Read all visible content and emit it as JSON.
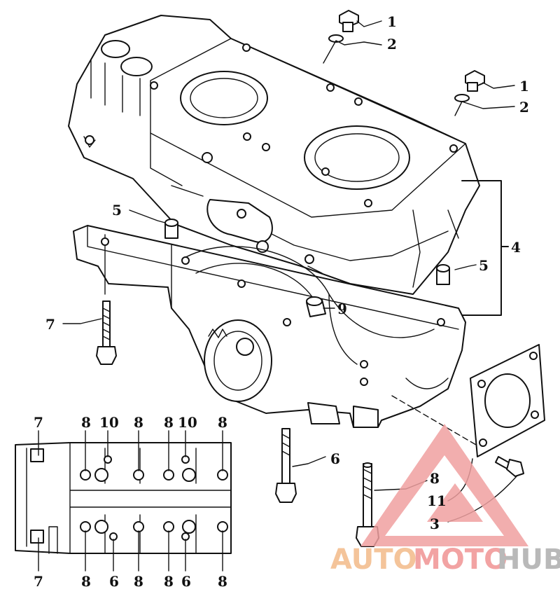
{
  "callouts": {
    "c1a": "1",
    "c2a": "2",
    "c1b": "1",
    "c2b": "2",
    "c4": "4",
    "c5a": "5",
    "c5b": "5",
    "c9": "9",
    "c7": "7",
    "c6": "6",
    "c8": "8",
    "c11": "11",
    "c3": "3"
  },
  "inset_labels": {
    "top": [
      "7",
      "8",
      "10",
      "8",
      "8",
      "10",
      "8"
    ],
    "bottom": [
      "7",
      "8",
      "6",
      "8",
      "8",
      "6",
      "8"
    ]
  },
  "watermark": {
    "part1": "AUTO",
    "part2": "MOTO",
    "part3": "HUB",
    "colors": {
      "auto": "#f4c49a",
      "moto": "#f2a3a3",
      "hub": "#b9b9b9",
      "triangle": "#f0a0a0"
    }
  }
}
